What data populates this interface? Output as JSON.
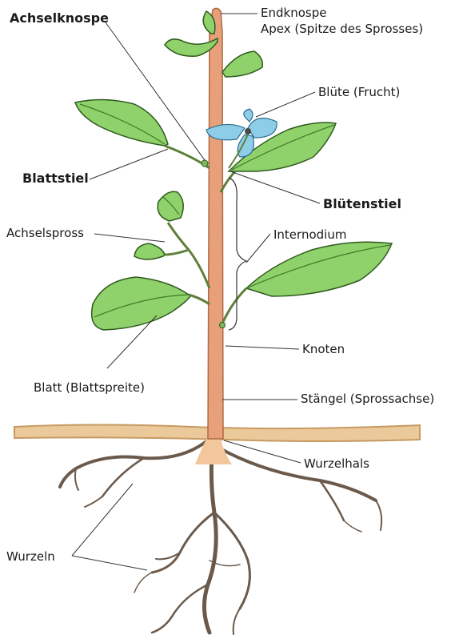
{
  "labels": {
    "endknospe": "Endknospe",
    "apex": "Apex (Spitze des Sprosses)",
    "achselknospe": "Achselknospe",
    "bluete": "Blüte (Frucht)",
    "blattstiel": "Blattstiel",
    "bluetenstiel": "Blütenstiel",
    "achselspross": "Achselspross",
    "internodium": "Internodium",
    "knoten": "Knoten",
    "blatt": "Blatt (Blattspreite)",
    "staengel": "Stängel (Sprossachse)",
    "wurzelhals": "Wurzelhals",
    "wurzeln": "Wurzeln"
  },
  "colors": {
    "stem": "#e8a07a",
    "leaf": "#8fd16a",
    "leaf_vein": "#3f7a2a",
    "leaf_edge": "#2f5a1e",
    "flower": "#8ecde8",
    "soil": "#ecc99a",
    "root": "#6b5a4c",
    "root_base": "#f2c79b"
  }
}
